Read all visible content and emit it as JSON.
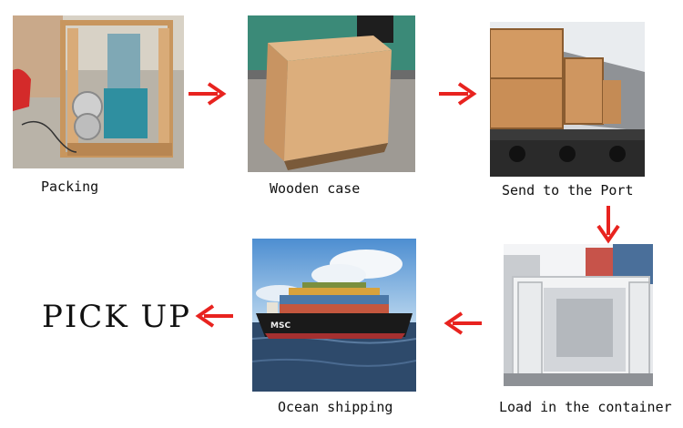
{
  "steps": [
    {
      "id": "packing",
      "label": "Packing"
    },
    {
      "id": "wooden-case",
      "label": "Wooden case"
    },
    {
      "id": "send-to-port",
      "label": "Send to the Port"
    },
    {
      "id": "load-container",
      "label": "Load in the container"
    },
    {
      "id": "ocean-shipping",
      "label": "Ocean shipping",
      "photo_text": "MSC"
    },
    {
      "id": "pick-up",
      "label": "PICK UP"
    }
  ],
  "colors": {
    "arrow": "#e8231f",
    "wood": "#d8a574",
    "sea": "#2e4a6b",
    "sky": "#7fb6e6"
  }
}
